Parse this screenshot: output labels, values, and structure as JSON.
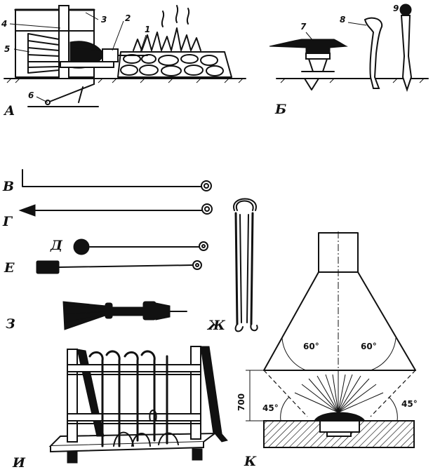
{
  "panels": {
    "a": {
      "label": "А",
      "callouts": [
        "1",
        "2",
        "3",
        "4",
        "5",
        "6"
      ]
    },
    "b": {
      "label": "Б",
      "callouts": [
        "7",
        "8",
        "9"
      ]
    },
    "v": {
      "label": "В"
    },
    "g": {
      "label": "Г"
    },
    "d": {
      "label": "Д"
    },
    "e": {
      "label": "Е"
    },
    "zh": {
      "label": "Ж"
    },
    "z": {
      "label": "З"
    },
    "i": {
      "label": "И"
    },
    "k": {
      "label": "К",
      "angle_top_left": "60°",
      "angle_top_right": "60°",
      "angle_bottom_left": "45°",
      "angle_bottom_right": "45°",
      "height": "700"
    }
  }
}
